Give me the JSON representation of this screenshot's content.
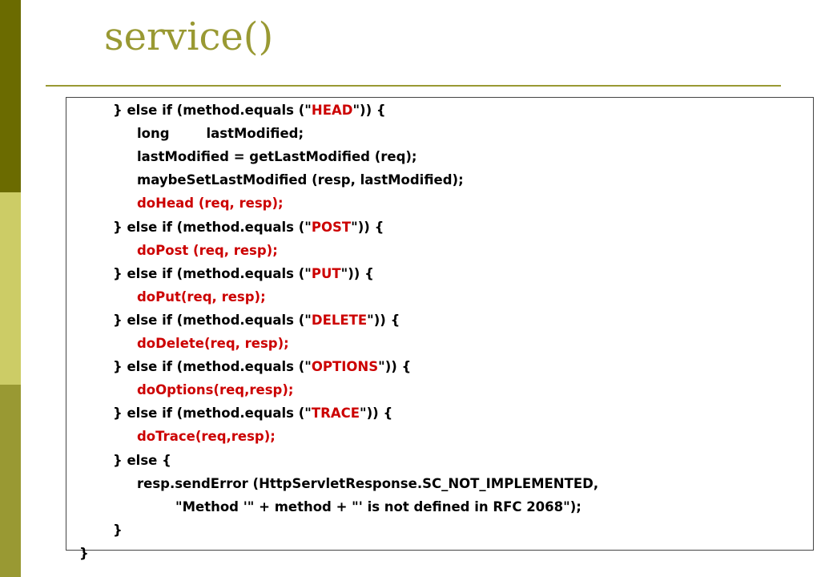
{
  "slide": {
    "title": "service()",
    "colors": {
      "band_top": "#6b6b00",
      "band_middle": "#cccc66",
      "band_bottom": "#999933",
      "title": "#999933",
      "code_default": "#000000",
      "code_highlight": "#cc0000"
    }
  },
  "code": {
    "lines": [
      {
        "parts": [
          {
            "t": "} else if (method.equals (\"",
            "c": "kw"
          },
          {
            "t": "HEAD",
            "c": "str"
          },
          {
            "t": "\")) {",
            "c": "kw"
          }
        ]
      },
      {
        "parts": [
          {
            "t": "long        lastModified;",
            "c": "kw"
          }
        ]
      },
      {
        "parts": [
          {
            "t": "lastModified = getLastModified (req);",
            "c": "kw"
          }
        ]
      },
      {
        "parts": [
          {
            "t": "maybeSetLastModified (resp, lastModified);",
            "c": "kw"
          }
        ]
      },
      {
        "parts": [
          {
            "t": "doHead (req, resp);",
            "c": "call"
          }
        ]
      },
      {
        "parts": [
          {
            "t": "} else if (method.equals (\"",
            "c": "kw"
          },
          {
            "t": "POST",
            "c": "str"
          },
          {
            "t": "\")) {",
            "c": "kw"
          }
        ]
      },
      {
        "parts": [
          {
            "t": "doPost (req, resp);",
            "c": "call"
          }
        ]
      },
      {
        "parts": [
          {
            "t": "} else if (method.equals (\"",
            "c": "kw"
          },
          {
            "t": "PUT",
            "c": "str"
          },
          {
            "t": "\")) {",
            "c": "kw"
          }
        ]
      },
      {
        "parts": [
          {
            "t": "doPut(req, resp);",
            "c": "call"
          }
        ]
      },
      {
        "parts": [
          {
            "t": "} else if (method.equals (\"",
            "c": "kw"
          },
          {
            "t": "DELETE",
            "c": "str"
          },
          {
            "t": "\")) {",
            "c": "kw"
          }
        ]
      },
      {
        "parts": [
          {
            "t": "doDelete(req, resp);",
            "c": "call"
          }
        ]
      },
      {
        "parts": [
          {
            "t": "} else if (method.equals (\"",
            "c": "kw"
          },
          {
            "t": "OPTIONS",
            "c": "str"
          },
          {
            "t": "\")) {",
            "c": "kw"
          }
        ]
      },
      {
        "parts": [
          {
            "t": "doOptions(req,resp);",
            "c": "call"
          }
        ]
      },
      {
        "parts": [
          {
            "t": "} else if (method.equals (\"",
            "c": "kw"
          },
          {
            "t": "TRACE",
            "c": "str"
          },
          {
            "t": "\")) {",
            "c": "kw"
          }
        ]
      },
      {
        "parts": [
          {
            "t": "doTrace(req,resp);",
            "c": "call"
          }
        ]
      },
      {
        "parts": [
          {
            "t": "} else {",
            "c": "kw"
          }
        ]
      },
      {
        "parts": [
          {
            "t": "resp.sendError (HttpServletResponse.SC_NOT_IMPLEMENTED,",
            "c": "kw"
          }
        ]
      },
      {
        "parts": [
          {
            "t": "\"Method '\" + method + \"' is not defined in RFC 2068\");",
            "c": "kw"
          }
        ]
      },
      {
        "parts": [
          {
            "t": "}",
            "c": "kw"
          }
        ]
      },
      {
        "parts": [
          {
            "t": "}",
            "c": "kw"
          }
        ]
      }
    ]
  }
}
